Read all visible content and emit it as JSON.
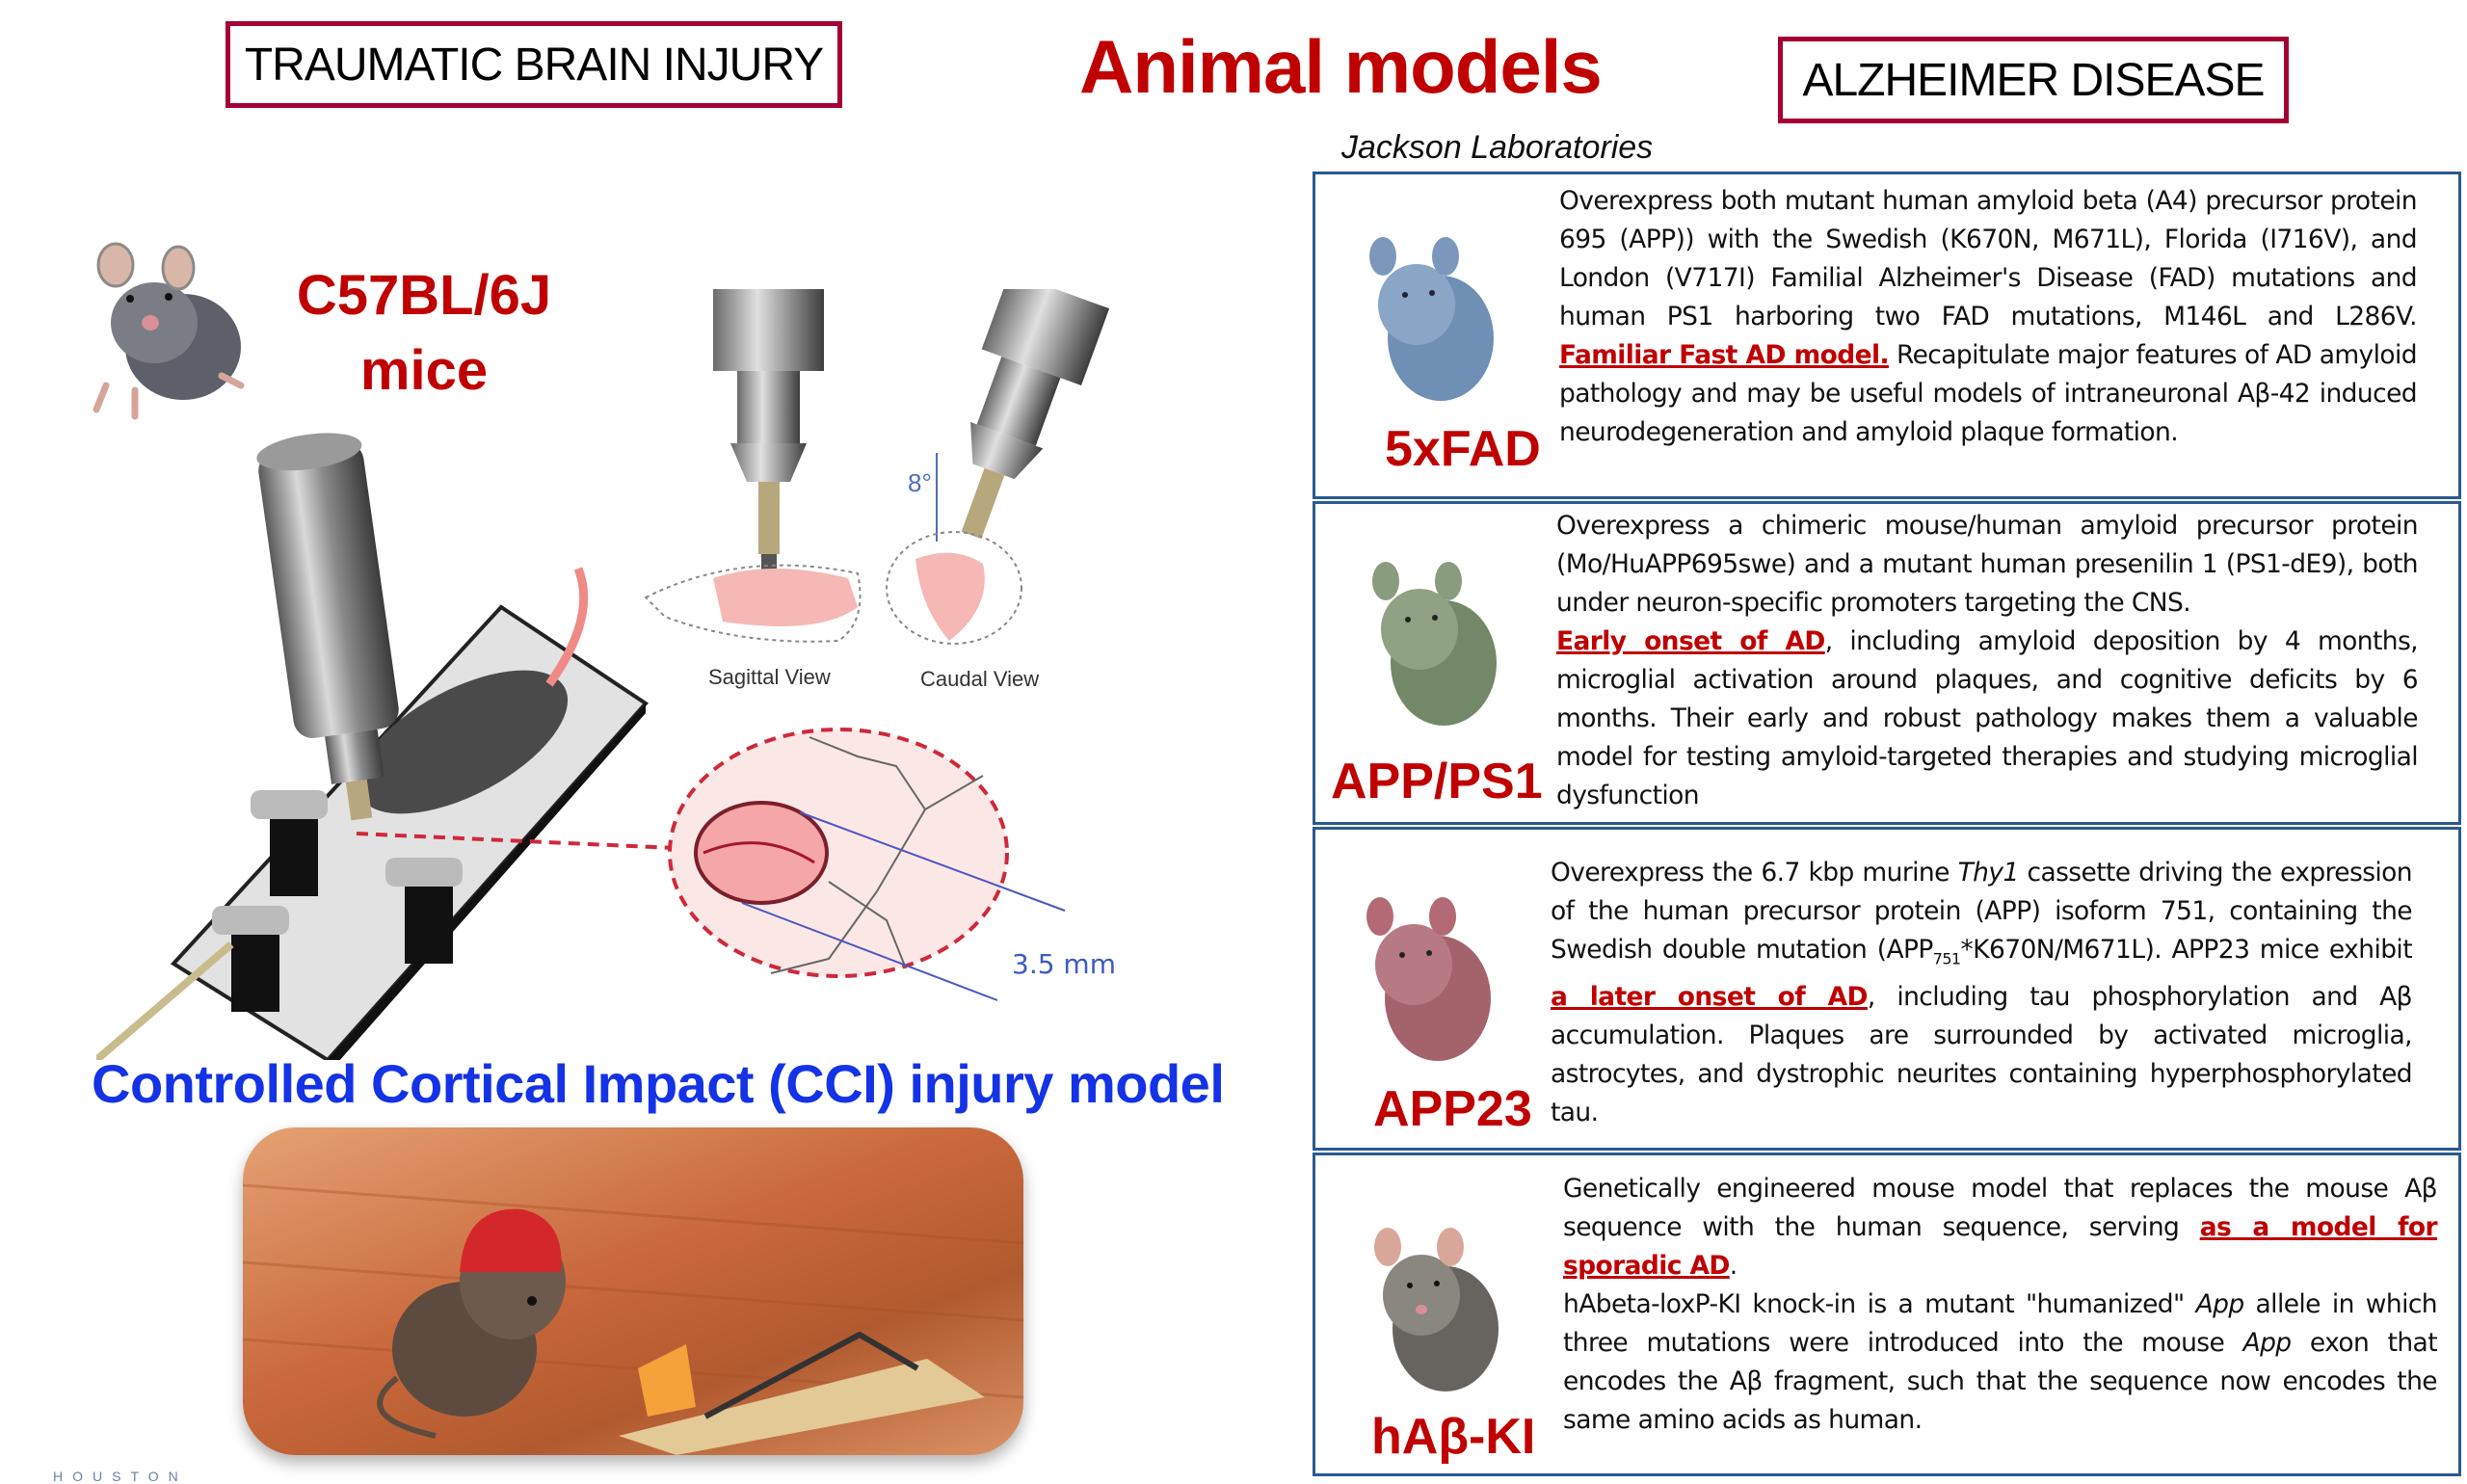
{
  "header": {
    "left_label": "TRAUMATIC BRAIN INJURY",
    "title": "Animal models",
    "right_label": "ALZHEIMER DISEASE",
    "source": "Jackson Laboratories"
  },
  "tbi": {
    "strain_line1": "C57BL/6J",
    "strain_line2": "mice",
    "diagram": {
      "sagittal_label": "Sagittal View",
      "caudal_label": "Caudal View",
      "angle_label": "8°",
      "diameter_label": "3.5 mm"
    },
    "model_title": "Controlled Cortical Impact (CCI) injury model",
    "photo_alt": "mouse wearing red helmet next to mousetrap with cheese"
  },
  "ad_models": [
    {
      "name": "5xFAD",
      "mouse_color": "#6f8fb5",
      "desc_before": "Overexpress both mutant human amyloid beta (A4) precursor protein 695 (APP)) with the Swedish (K670N, M671L), Florida (I716V), and London (V717I) Familial Alzheimer's Disease (FAD) mutations and human PS1 harboring two FAD mutations, M146L and L286V. ",
      "highlight": "Familiar Fast AD model.",
      "desc_after": " Recapitulate major features of AD amyloid pathology and may be useful models of intraneuronal Aβ-42 induced neurodegeneration and amyloid plaque formation."
    },
    {
      "name": "APP/PS1",
      "mouse_color": "#7f9470",
      "desc_before": "Overexpress a chimeric mouse/human amyloid precursor protein (Mo/HuAPP695swe) and a mutant human presenilin 1 (PS1-dE9), both under neuron-specific promoters targeting the CNS.",
      "highlight": "Early onset of AD",
      "desc_after": ", including amyloid deposition by 4 months, microglial activation around plaques, and cognitive deficits by 6 months. Their early and robust pathology makes them a valuable model for testing amyloid-targeted therapies and studying microglial dysfunction"
    },
    {
      "name": "APP23",
      "mouse_color": "#b36a74",
      "desc_part1": "Overexpress the 6.7 kbp murine ",
      "desc_italic": "Thy1",
      "desc_part2": " cassette driving the expression of the human precursor protein (APP) isoform 751, containing the Swedish double mutation (APP",
      "desc_sub": "751",
      "desc_part3": "*K670N/M671L). APP23 mice exhibit ",
      "highlight": "a later onset of AD",
      "desc_after": ", including tau phosphorylation and Aβ accumulation. Plaques are surrounded by activated microglia, astrocytes, and dystrophic neurites containing hyperphosphorylated tau."
    },
    {
      "name": "hAβ-KI",
      "mouse_color": "#7a7670",
      "desc_before": "Genetically engineered mouse model that replaces the mouse Aβ sequence with the human sequence, serving ",
      "highlight": "as a model for sporadic AD",
      "desc_mid": ".",
      "desc_part2": "hAbeta-loxP-KI knock-in is a mutant \"humanized\" ",
      "desc_italic1": "App",
      "desc_part3": " allele in which three mutations were introduced into the mouse ",
      "desc_italic2": "App",
      "desc_after": " exon that encodes the Aβ fragment, such that the sequence now encodes the same amino acids as human."
    }
  ],
  "footer": {
    "text": "HOUSTON"
  }
}
